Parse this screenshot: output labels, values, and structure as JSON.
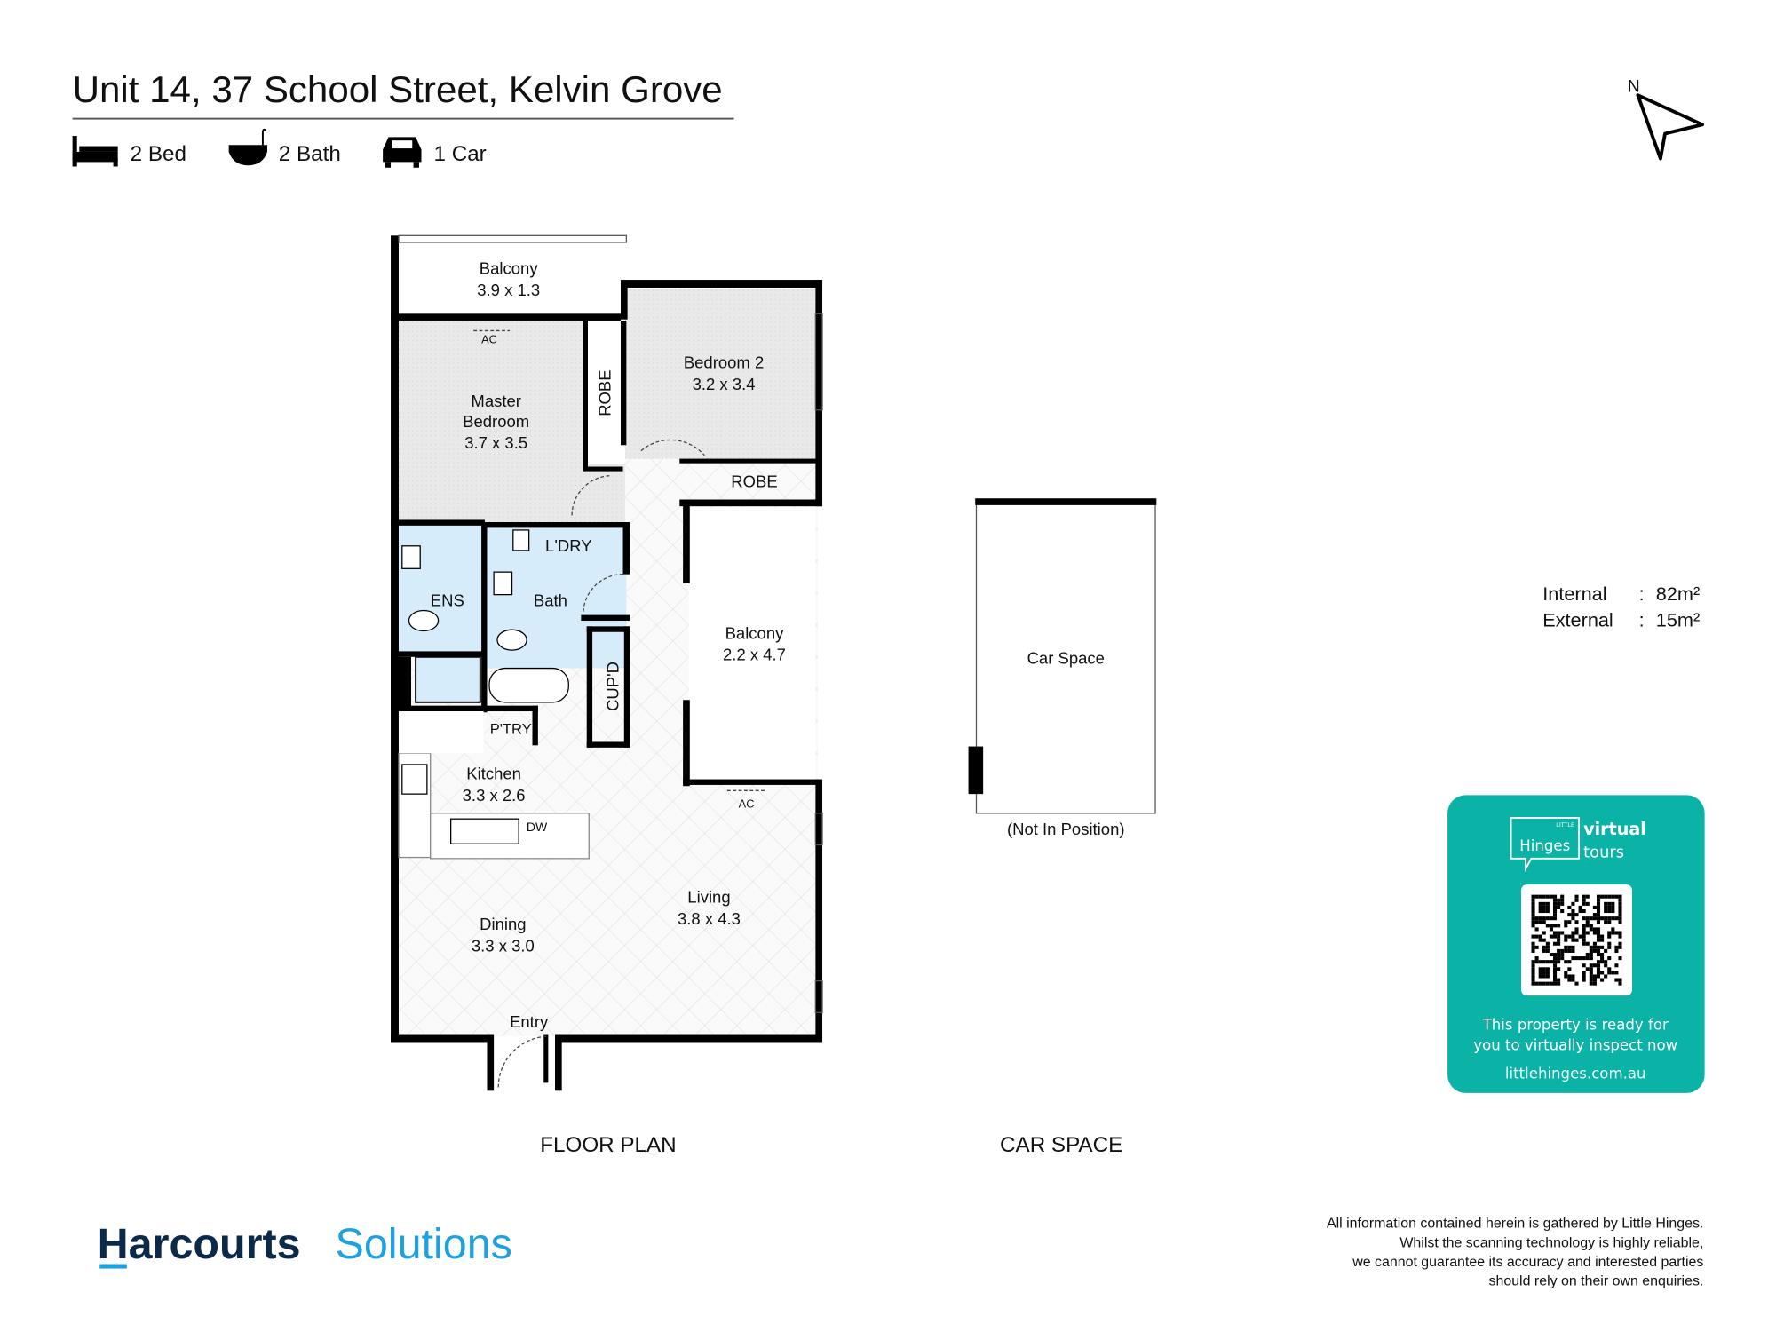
{
  "header": {
    "title": "Unit 14, 37 School Street, Kelvin Grove",
    "features": [
      {
        "icon": "bed-icon",
        "label": "2 Bed"
      },
      {
        "icon": "bath-icon",
        "label": "2 Bath"
      },
      {
        "icon": "car-icon",
        "label": "1 Car"
      }
    ],
    "compass": "N"
  },
  "rooms": {
    "balcony_top": {
      "name": "Balcony",
      "size": "3.9 x 1.3"
    },
    "master": {
      "name1": "Master",
      "name2": "Bedroom",
      "size": "3.7 x 3.5"
    },
    "robe1": "ROBE",
    "bedroom2": {
      "name": "Bedroom 2",
      "size": "3.2 x 3.4"
    },
    "robe2": "ROBE",
    "ens": "ENS",
    "bath": "Bath",
    "laundry": "L'DRY",
    "cupboard": "CUP'D",
    "pantry": "P'TRY",
    "kitchen": {
      "name": "Kitchen",
      "size": "3.3 x 2.6"
    },
    "dw": "DW",
    "balcony_side": {
      "name": "Balcony",
      "size": "2.2 x 4.7"
    },
    "living": {
      "name": "Living",
      "size": "3.8 x 4.3"
    },
    "dining": {
      "name": "Dining",
      "size": "3.3 x 3.0"
    },
    "entry": "Entry",
    "ac1": "AC",
    "ac2": "AC",
    "car_space": "Car Space",
    "not_in_position": "(Not In Position)"
  },
  "captions": {
    "floor_plan": "FLOOR PLAN",
    "car_space": "CAR SPACE"
  },
  "areas": {
    "internal_label": "Internal",
    "internal_value": "82m²",
    "external_label": "External",
    "external_value": "15m²"
  },
  "promo": {
    "logo_small": "LITTLE",
    "logo_main": "Hinges",
    "logo_side1": "virtual",
    "logo_side2": "tours",
    "line1": "This property is ready for",
    "line2": "you to virtually inspect now",
    "url": "littlehinges.com.au",
    "color": "#0bb3a6"
  },
  "brand": {
    "name1": "Harcourts",
    "name2": "Solutions",
    "color1": "#0b2a4a",
    "color2": "#1da1e0"
  },
  "disclaimer": [
    "All information contained herein is gathered by Little Hinges.",
    "Whilst the scanning technology is highly reliable,",
    "we cannot guarantee its accuracy and interested parties",
    "should rely on their own enquiries."
  ]
}
